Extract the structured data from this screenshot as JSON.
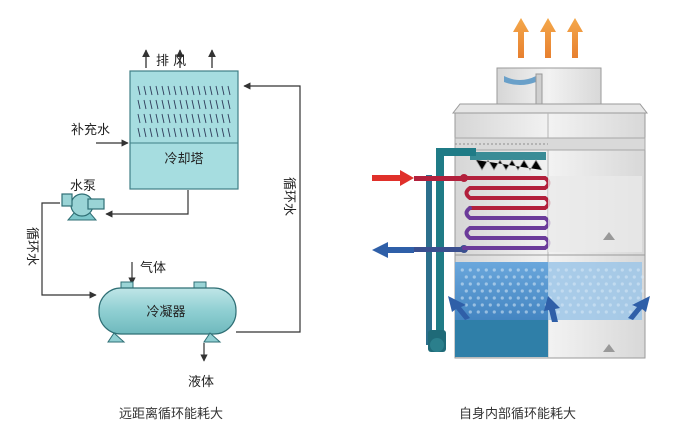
{
  "left": {
    "exhaust_label": "排 风",
    "makeup_water_label": "补充水",
    "tower_label": "冷却塔",
    "pump_label": "水泵",
    "circulating_water_left": "循环水",
    "circulating_water_right": "循环水",
    "gas_label": "气体",
    "condenser_label": "冷凝器",
    "liquid_label": "液体",
    "caption": "远距离循环能耗大"
  },
  "right": {
    "caption": "自身内部循环能耗大"
  },
  "colors": {
    "tower_fill": "#a6dde0",
    "condenser_fill": "#9ad4d6",
    "pipe_line": "#444444",
    "hot_arrow": "#e0302a",
    "cold_arrow": "#2f5fa8",
    "exhaust_arrow": "#f09a3e",
    "water_basin": "#3d87c5",
    "coil_red": "#b2203c",
    "coil_purple": "#6b3b9a",
    "pipe_teal": "#1f7b86"
  },
  "icons": [
    "up-arrow-icon",
    "right-arrow-icon",
    "left-arrow-icon",
    "down-arrow-icon"
  ]
}
